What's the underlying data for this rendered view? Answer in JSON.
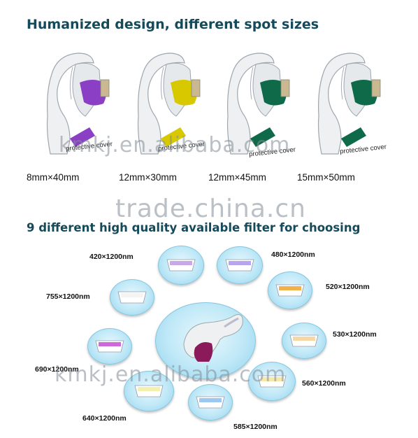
{
  "section1": {
    "title": "Humanized design, different spot sizes",
    "handles": [
      {
        "color": "#8a3fc4",
        "cover_label": "protective cover",
        "spot_size": "8mm×40mm"
      },
      {
        "color": "#d8c800",
        "cover_label": "protective cover",
        "spot_size": "12mm×30mm"
      },
      {
        "color": "#0f6a4a",
        "cover_label": "protective cover",
        "spot_size": "12mm×45mm"
      },
      {
        "color": "#0f6a4a",
        "cover_label": "protective cover",
        "spot_size": "15mm×50mm"
      }
    ]
  },
  "watermarks": {
    "kmkj_1": "kmkj.en.alibaba.com",
    "trade": "trade.china.cn",
    "kmkj_2": "kmkj.en.alibaba.com"
  },
  "section2": {
    "title": "9 different high quality available filter for choosing",
    "filters": [
      {
        "label": "420×1200nm",
        "color": "#c9a8e8"
      },
      {
        "label": "480×1200nm",
        "color": "#b7a5ef"
      },
      {
        "label": "755×1200nm",
        "color": "#f4f4f4"
      },
      {
        "label": "520×1200nm",
        "color": "#f2b14a"
      },
      {
        "label": "530×1200nm",
        "color": "#f6d7a6"
      },
      {
        "label": "690×1200nm",
        "color": "#d068dc"
      },
      {
        "label": "560×1200nm",
        "color": "#f6e9a8"
      },
      {
        "label": "640×1200nm",
        "color": "#f4f0b0"
      },
      {
        "label": "585×1200nm",
        "color": "#9cc8f2"
      }
    ],
    "center_cap_color": "#8b1a5a"
  }
}
